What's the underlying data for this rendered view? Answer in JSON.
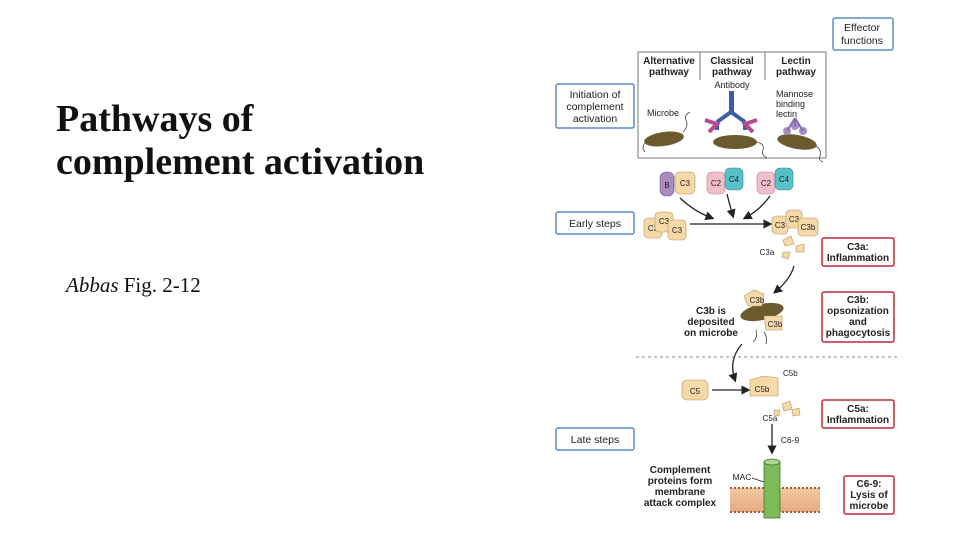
{
  "slide": {
    "title_line1": "Pathways of",
    "title_line2": "complement activation",
    "citation_italic": "Abbas",
    "citation_rest": " Fig. 2-12"
  },
  "figure": {
    "effector_header_l1": "Effector",
    "effector_header_l2": "functions",
    "pathways": [
      {
        "l1": "Alternative",
        "l2": "pathway"
      },
      {
        "l1": "Classical",
        "l2": "pathway"
      },
      {
        "l1": "Lectin",
        "l2": "pathway"
      }
    ],
    "antibody_label": "Antibody",
    "microbe_label": "Microbe",
    "mannose_l1": "Mannose",
    "mannose_l2": "binding",
    "mannose_l3": "lectin",
    "stage_initiation_l1": "Initiation of",
    "stage_initiation_l2": "complement",
    "stage_initiation_l3": "activation",
    "stage_early": "Early steps",
    "stage_late": "Late steps",
    "mol_B": "B",
    "mol_C3": "C3",
    "mol_C2": "C2",
    "mol_C4": "C4",
    "mol_C3b": "C3b",
    "mol_C3a": "C3a",
    "mol_C5": "C5",
    "mol_C5b": "C5b",
    "mol_C5a": "C5a",
    "mol_C69": "C6-9",
    "mol_MAC": "MAC",
    "c3b_dep_l1": "C3b is",
    "c3b_dep_l2": "deposited",
    "c3b_dep_l3": "on microbe",
    "mac_l1": "Complement",
    "mac_l2": "proteins form",
    "mac_l3": "membrane",
    "mac_l4": "attack complex",
    "eff_c3a_l1": "C3a:",
    "eff_c3a_l2": "Inflammation",
    "eff_c3b_l1": "C3b:",
    "eff_c3b_l2": "opsonization",
    "eff_c3b_l3": "and",
    "eff_c3b_l4": "phagocytosis",
    "eff_c5a_l1": "C5a:",
    "eff_c5a_l2": "Inflammation",
    "eff_c69_l1": "C6-9:",
    "eff_c69_l2": "Lysis of",
    "eff_c69_l3": "microbe",
    "colors": {
      "stage_box_border": "#5a8ec8",
      "effector_box_border": "#c0283a",
      "tan_protein": "#f5d9a8",
      "purple_protein": "#a98bc4",
      "teal_protein": "#58c0c7",
      "pink_protein": "#f0bfcc",
      "microbe_brown": "#6b5a2e",
      "mac_green": "#7dba5a"
    }
  }
}
